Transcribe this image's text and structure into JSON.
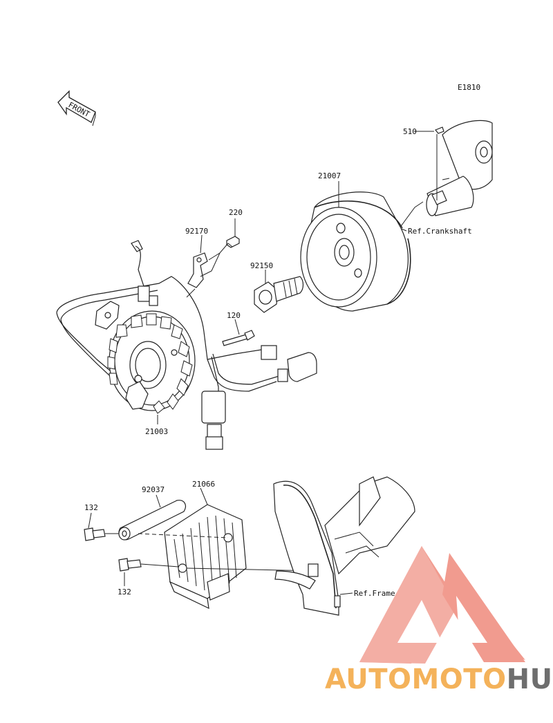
{
  "diagram": {
    "code": "E1810",
    "front_label": "FRONT",
    "callouts": {
      "p510": "510",
      "p21007": "21007",
      "p220": "220",
      "p92170": "92170",
      "p92150": "92150",
      "p120": "120",
      "p21003": "21003",
      "p92037": "92037",
      "p21066": "21066",
      "p132a": "132",
      "p132b": "132"
    },
    "references": {
      "crankshaft": "Ref.Crankshaft",
      "frame": "Ref.Frame"
    }
  },
  "watermark": {
    "brand_prefix": "AUTOMOTO",
    "brand_suffix": "HUB",
    "color_primary": "#ef8a7c",
    "color_secondary": "#f4b25a",
    "color_dark": "#6e6e6e"
  }
}
